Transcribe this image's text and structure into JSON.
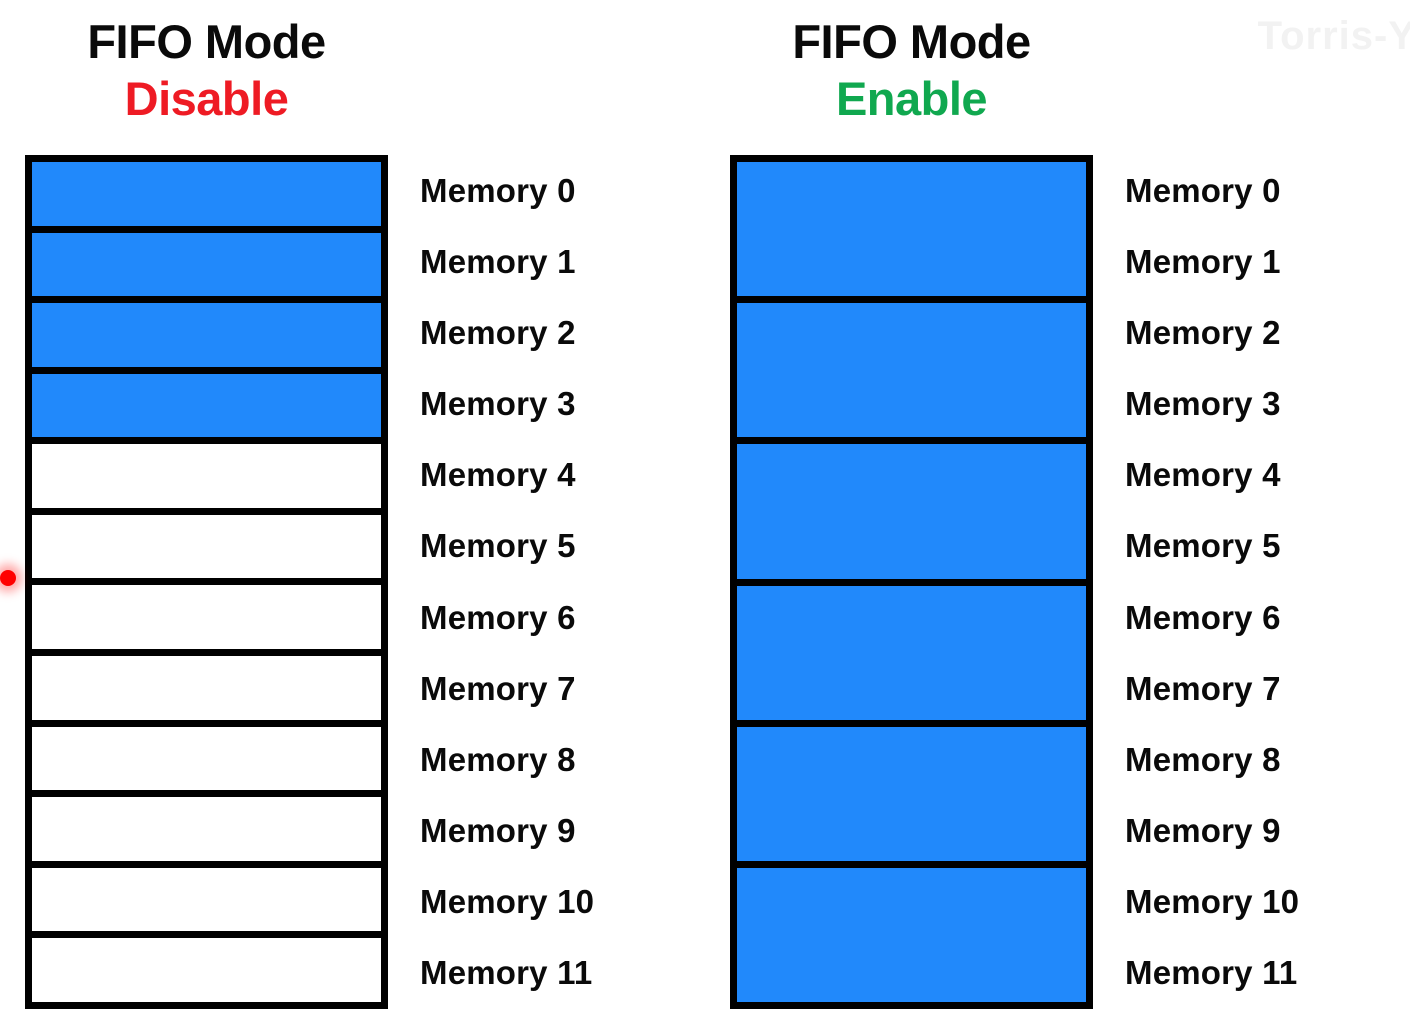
{
  "watermark": {
    "text": "Torris-Y"
  },
  "colors": {
    "filled": "#2189fb",
    "empty": "#ffffff",
    "border": "#000000",
    "disable": "#ee1b24",
    "enable": "#10a84f",
    "text": "#0a0a0a",
    "watermark": "#f2f2f2",
    "cursor": "#ff0000"
  },
  "panels": [
    {
      "id": "fifo-disable",
      "title": "FIFO Mode",
      "state": "Disable",
      "state_color": "#ee1b24",
      "cell_count": 12,
      "filled_cells": [
        true,
        true,
        true,
        true,
        false,
        false,
        false,
        false,
        false,
        false,
        false,
        false
      ],
      "labels": [
        "Memory 0",
        "Memory 1",
        "Memory 2",
        "Memory 3",
        "Memory 4",
        "Memory 5",
        "Memory 6",
        "Memory 7",
        "Memory 8",
        "Memory 9",
        "Memory 10",
        "Memory 11"
      ]
    },
    {
      "id": "fifo-enable",
      "title": "FIFO Mode",
      "state": "Enable",
      "state_color": "#10a84f",
      "cell_count": 6,
      "filled_cells": [
        true,
        true,
        true,
        true,
        true,
        true
      ],
      "labels": [
        "Memory 0",
        "Memory 1",
        "Memory 2",
        "Memory 3",
        "Memory 4",
        "Memory 5",
        "Memory 6",
        "Memory 7",
        "Memory 8",
        "Memory 9",
        "Memory 10",
        "Memory 11"
      ]
    }
  ]
}
